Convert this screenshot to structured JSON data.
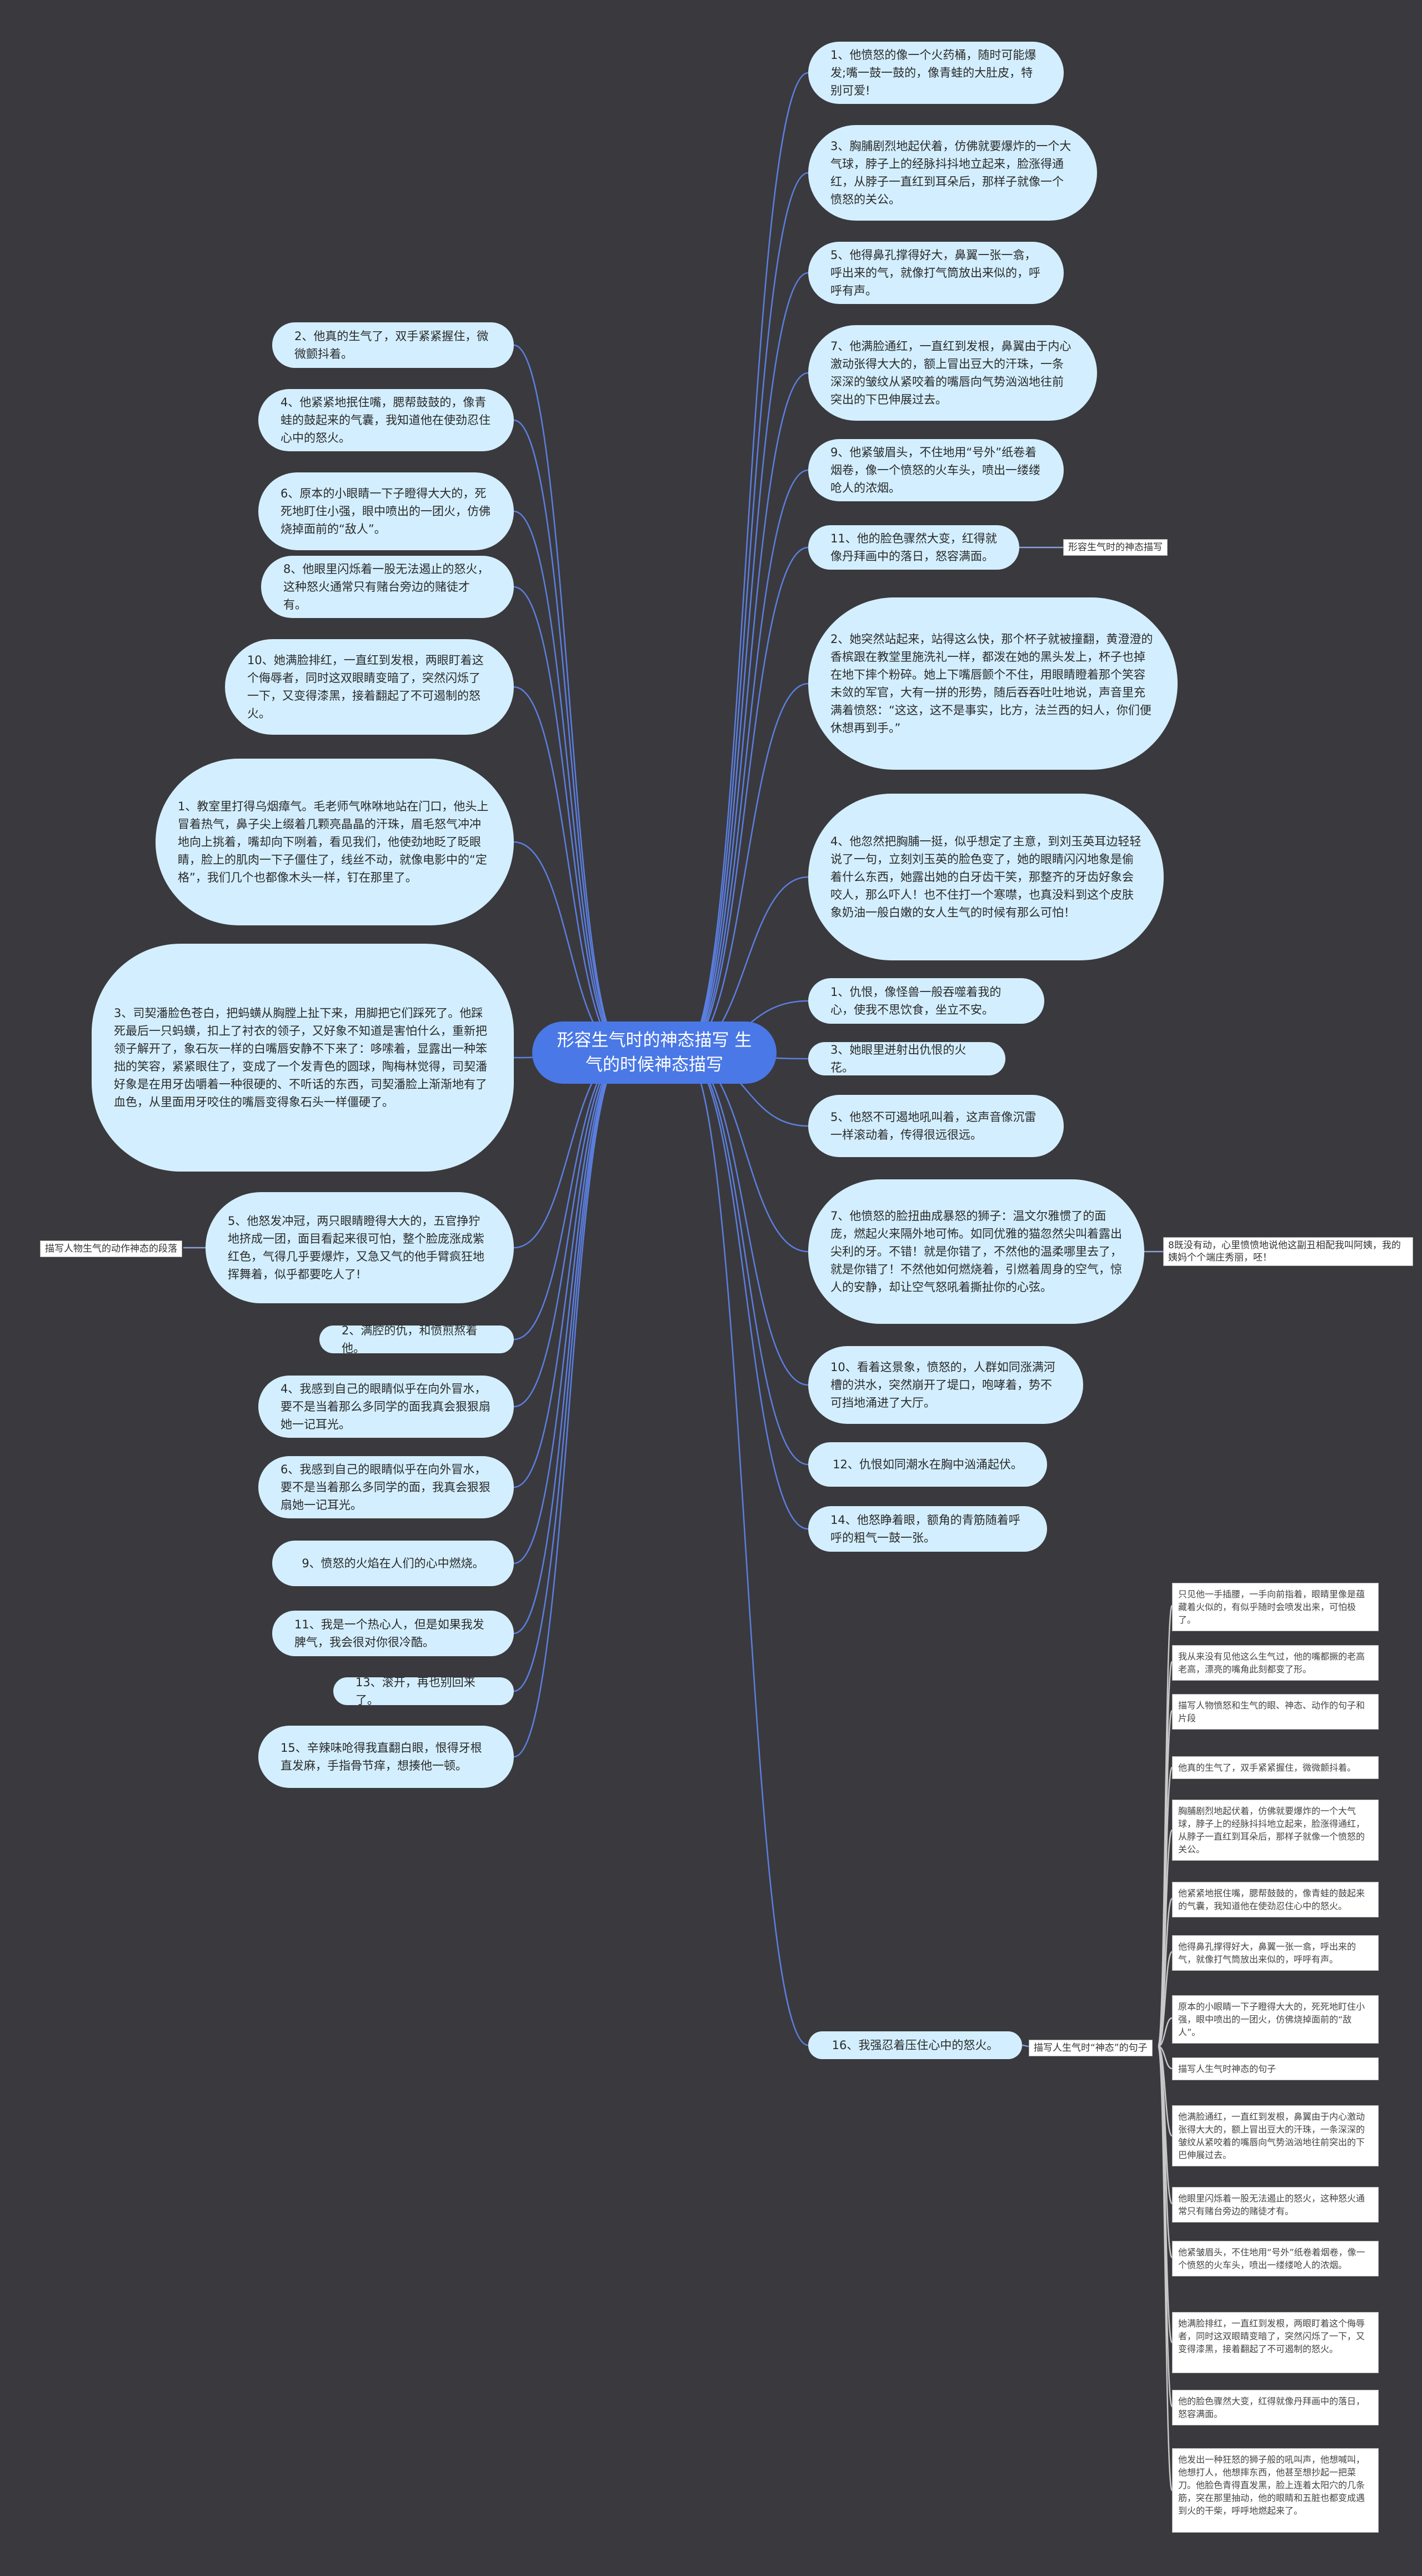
{
  "root": "形容生气时的神态描写  生气的时候神态描写",
  "right_nodes": [
    "1、他愤怒的像一个火药桶，随时可能爆发;嘴一鼓一鼓的，像青蛙的大肚皮，特别可爱!",
    "3、胸脯剧烈地起伏着，仿佛就要爆炸的一个大气球，脖子上的经脉抖抖地立起来，脸涨得通红，从脖子一直红到耳朵后，那样子就像一个愤怒的关公。",
    "5、他得鼻孔撑得好大，鼻翼一张一翕，呼出来的气，就像打气筒放出来似的，呼呼有声。",
    "7、他满脸通红，一直红到发根，鼻翼由于内心激动张得大大的，额上冒出豆大的汗珠，一条深深的皱纹从紧咬着的嘴唇向气势汹汹地往前突出的下巴伸展过去。",
    "9、他紧皱眉头，不住地用“号外”纸卷着烟卷，像一个愤怒的火车头，喷出一缕缕呛人的浓烟。",
    "11、他的脸色骤然大变，红得就像丹拜画中的落日，怒容满面。",
    "2、她突然站起来，站得这么快，那个杯子就被撞翻，黄澄澄的香槟跟在教堂里施洗礼一样，都泼在她的黑头发上，杯子也掉在地下摔个粉碎。她上下嘴唇颤个不住，用眼睛瞪着那个笑容未敛的军官，大有一拼的形势，随后吞吞吐吐地说，声音里充满着愤怒：“这这，这不是事实，比方，法兰西的妇人，你们便休想再到手。”",
    "4、他忽然把胸脯一挺，似乎想定了主意，到刘玉英耳边轻轻说了一句，立刻刘玉英的脸色变了，她的眼睛闪闪地象是偷着什么东西，她露出她的白牙齿干笑，那整齐的牙齿好象会咬人，那么吓人！也不住打一个寒噤，也真没料到这个皮肤象奶油一般白嫩的女人生气的时候有那么可怕！",
    "1、仇恨，像怪兽一般吞噬着我的心，使我不思饮食，坐立不安。",
    "3、她眼里迸射出仇恨的火花。",
    "5、他怒不可遏地吼叫着，这声音像沉雷一样滚动着，传得很远很远。",
    "7、他愤怒的脸扭曲成暴怒的狮子：温文尔雅惯了的面庞，燃起火来隔外地可怖。如同优雅的猫忽然尖叫着露出尖利的牙。不错！就是你错了，不然他的温柔哪里去了，就是你错了！不然他如何燃烧着，引燃着周身的空气，惊人的安静，却让空气怒吼着撕扯你的心弦。",
    "10、看着这景象，愤怒的，人群如同涨满河槽的洪水，突然崩开了堤口，咆哮着，势不可挡地涌进了大厅。",
    "12、仇恨如同潮水在胸中汹涌起伏。",
    "14、他怒睁着眼，额角的青筋随着呼呼的粗气一鼓一张。",
    "16、我强忍着压住心中的怒火。"
  ],
  "left_nodes": [
    "2、他真的生气了，双手紧紧握住，微微颤抖着。",
    "4、他紧紧地抿住嘴，腮帮鼓鼓的，像青蛙的鼓起来的气囊，我知道他在使劲忍住心中的怒火。",
    "6、原本的小眼睛一下子瞪得大大的，死死地盯住小强，眼中喷出的一团火，仿佛烧掉面前的“敌人”。",
    "8、他眼里闪烁着一股无法遏止的怒火，这种怒火通常只有赌台旁边的赌徒才有。",
    "10、她满脸排红，一直红到发根，两眼盯着这个侮辱者，同时这双眼睛变暗了，突然闪烁了一下，又变得漆黑，接着翻起了不可遏制的怒火。",
    "1、教室里打得乌烟瘴气。毛老师气咻咻地站在门口，他头上冒着热气，鼻子尖上缀着几颗亮晶晶的汗珠，眉毛怒气冲冲地向上挑着，嘴却向下咧着，看见我们，他使劲地眨了眨眼睛，脸上的肌肉一下子僵住了，线丝不动，就像电影中的“定格”，我们几个也都像木头一样，钉在那里了。",
    "3、司契潘脸色苍白，把蚂蟥从胸膛上扯下来，用脚把它们踩死了。他踩死最后一只蚂蟥，扣上了衬衣的领子，又好象不知道是害怕什么，重新把领子解开了，象石灰一样的白嘴唇安静不下来了：哆嗦着，显露出一种笨拙的笑容，紧紧眼住了，变成了一个发青色的圆球，陶梅林觉得，司契潘好象是在用牙齿嚼着一种很硬的、不听话的东西，司契潘脸上渐渐地有了血色，从里面用牙咬住的嘴唇变得象石头一样僵硬了。",
    "5、他怒发冲冠，两只眼睛瞪得大大的，五官挣狞地挤成一团，面目看起来很可怕，整个脸庞涨成紫红色，气得几乎要爆炸，又急又气的他手臂疯狂地挥舞着，似乎都要吃人了!",
    "2、满腔的仇，和愤煎熬着他。",
    "4、我感到自己的眼睛似乎在向外冒水，要不是当着那么多同学的面我真会狠狠扇她一记耳光。",
    "6、我感到自己的眼睛似乎在向外冒水，要不是当着那么多同学的面，我真会狠狠扇她一记耳光。",
    "9、愤怒的火焰在人们的心中燃烧。",
    "11、我是一个热心人，但是如果我发脾气，我会很对你很冷酷。",
    "13、滚开，再也别回来了。",
    "15、辛辣味呛得我直翻白眼，恨得牙根直发麻，手指骨节痒，想揍他一顿。"
  ],
  "tags": {
    "anger_expression": "形容生气时的神态描写",
    "character_action": "描写人物生气的动作神态的段落",
    "note_right": "8既没有动，心里愤愤地说他这副丑相配我叫阿姨，我的姨妈个个端庄秀丽，呸！",
    "anger_sentences": "描写人生气时“神态”的句子"
  },
  "right_leaves": [
    "只见他一手插腰，一手向前指着，眼睛里像是蕴藏着火似的，有似乎随时会喷发出来，可怕极了。",
    "我从来没有见他这么生气过，他的嘴都撅的老高老高，漂亮的嘴角此刻都变了形。",
    "描写人物愤怒和生气的眼、神态、动作的句子和片段",
    "他真的生气了，双手紧紧握住，微微颤抖着。",
    "胸脯剧烈地起伏着，仿佛就要爆炸的一个大气球，脖子上的经脉抖抖地立起来，脸涨得通红，从脖子一直红到耳朵后，那样子就像一个愤怒的关公。",
    "他紧紧地抿住嘴，腮帮鼓鼓的，像青蛙的鼓起来的气囊，我知道他在使劲忍住心中的怒火。",
    "他得鼻孔撑得好大，鼻翼一张一翕，呼出来的气，就像打气筒放出来似的，呼呼有声。",
    "原本的小眼睛一下子瞪得大大的，死死地盯住小强，眼中喷出的一团火，仿佛烧掉面前的“敌人”。",
    "描写人生气时神态的句子",
    "他满脸通红，一直红到发根，鼻翼由于内心激动张得大大的，额上冒出豆大的汗珠，一条深深的皱纹从紧咬着的嘴唇向气势汹汹地往前突出的下巴伸展过去。",
    "他眼里闪烁着一股无法遏止的怒火，这种怒火通常只有赌台旁边的赌徒才有。",
    "他紧皱眉头，不住地用“号外”纸卷着烟卷，像一个愤怒的火车头，喷出一缕缕呛人的浓烟。",
    "她满脸排红，一直红到发根，两眼盯着这个侮辱者，同时这双眼睛变暗了，突然闪烁了一下，又变得漆黑，接着翻起了不可遏制的怒火。",
    "他的脸色骤然大变，红得就像丹拜画中的落日，怒容满面。",
    "他发出一种狂怒的狮子般的吼叫声，他想喊叫，他想打人，他想摔东西，他甚至想抄起一把菜刀。他脸色青得直发黑，脸上连着太阳穴的几条筋，突在那里抽动，他的眼睛和五脏也都变成遇到火的干柴，呼呼地燃起来了。"
  ]
}
